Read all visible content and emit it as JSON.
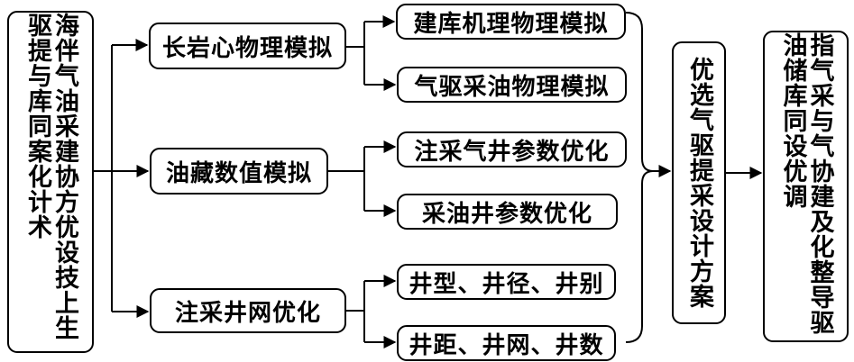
{
  "root": {
    "col_right": "上生驱提与库同案化计术",
    "col_left": "海伴气油采建协方优设技"
  },
  "level1": {
    "simulation": "长岩心物理模拟",
    "reservoir": "油藏数值模拟",
    "well_pattern": "注采井网优化"
  },
  "level2": {
    "storage_mechanism": "建库机理物理模拟",
    "gas_drive": "气驱采油物理模拟",
    "injector_params": "注采气井参数优化",
    "producer_params": "采油井参数优化",
    "well_types": "井型、井径、井别",
    "well_spacing": "井距、井网、井数"
  },
  "optimal_plan": "优选气驱提采设计方案",
  "guidance": {
    "col_right": "导驱油储库同设优调",
    "col_left": "指气采与气协建及化整"
  }
}
